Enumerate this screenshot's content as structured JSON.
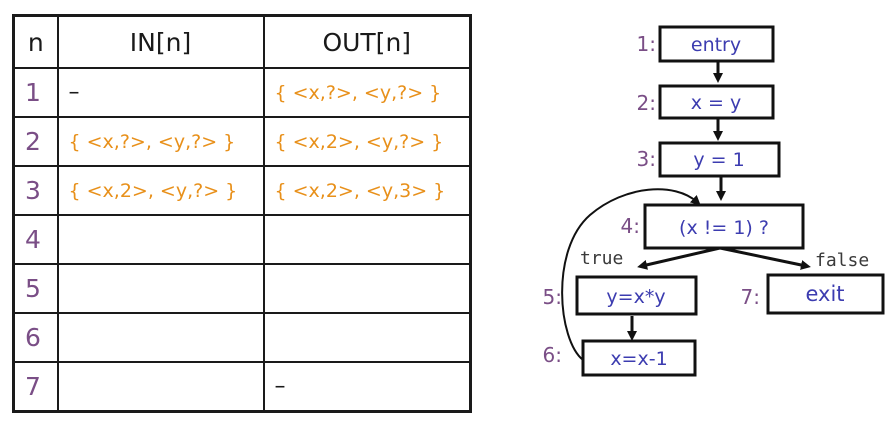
{
  "table": {
    "headers": {
      "n": "n",
      "in": "IN[n]",
      "out": "OUT[n]"
    },
    "rows": [
      {
        "n": "1",
        "in": "–",
        "out": "{ <x,?>, <y,?> }"
      },
      {
        "n": "2",
        "in": "{ <x,?>, <y,?> }",
        "out": "{ <x,2>, <y,?> }"
      },
      {
        "n": "3",
        "in": "{ <x,2>, <y,?> }",
        "out": "{ <x,2>, <y,3> }"
      },
      {
        "n": "4",
        "in": "",
        "out": ""
      },
      {
        "n": "5",
        "in": "",
        "out": ""
      },
      {
        "n": "6",
        "in": "",
        "out": ""
      },
      {
        "n": "7",
        "in": "",
        "out": "–"
      }
    ]
  },
  "cfg": {
    "nodes": [
      {
        "id": "1",
        "label": "1:",
        "text": "entry"
      },
      {
        "id": "2",
        "label": "2:",
        "text": "x = y"
      },
      {
        "id": "3",
        "label": "3:",
        "text": "y = 1"
      },
      {
        "id": "4",
        "label": "4:",
        "text": "(x != 1) ?"
      },
      {
        "id": "5",
        "label": "5:",
        "text": "y=x*y"
      },
      {
        "id": "6",
        "label": "6:",
        "text": "x=x-1"
      },
      {
        "id": "7",
        "label": "7:",
        "text": "exit"
      }
    ],
    "edge_labels": {
      "true": "true",
      "false": "false"
    }
  },
  "colors": {
    "row_number": "#7a4e86",
    "set_text": "#e8901a",
    "node_text": "#3c3cb0",
    "node_label": "#7a4e86"
  }
}
